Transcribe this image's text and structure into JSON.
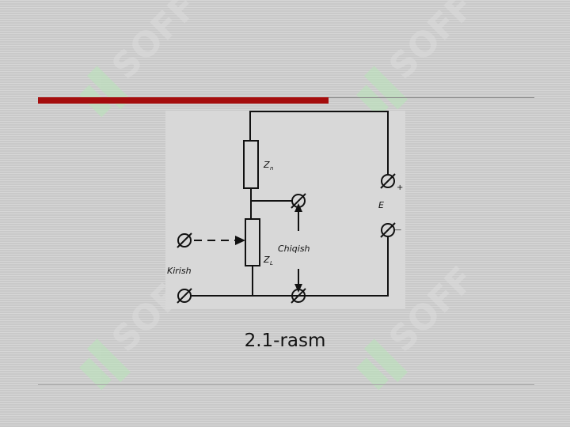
{
  "slide": {
    "accent_color": "#a50d0d",
    "watermark_text": "SOFF",
    "caption": "2.1-rasm"
  },
  "circuit": {
    "label_zn": "Z",
    "label_zn_sub": "n",
    "label_zl": "Z",
    "label_zl_sub": "L",
    "label_plus": "+",
    "label_minus": "—",
    "label_e": "E",
    "label_output": "Chiqish",
    "label_input": "Kirish"
  }
}
